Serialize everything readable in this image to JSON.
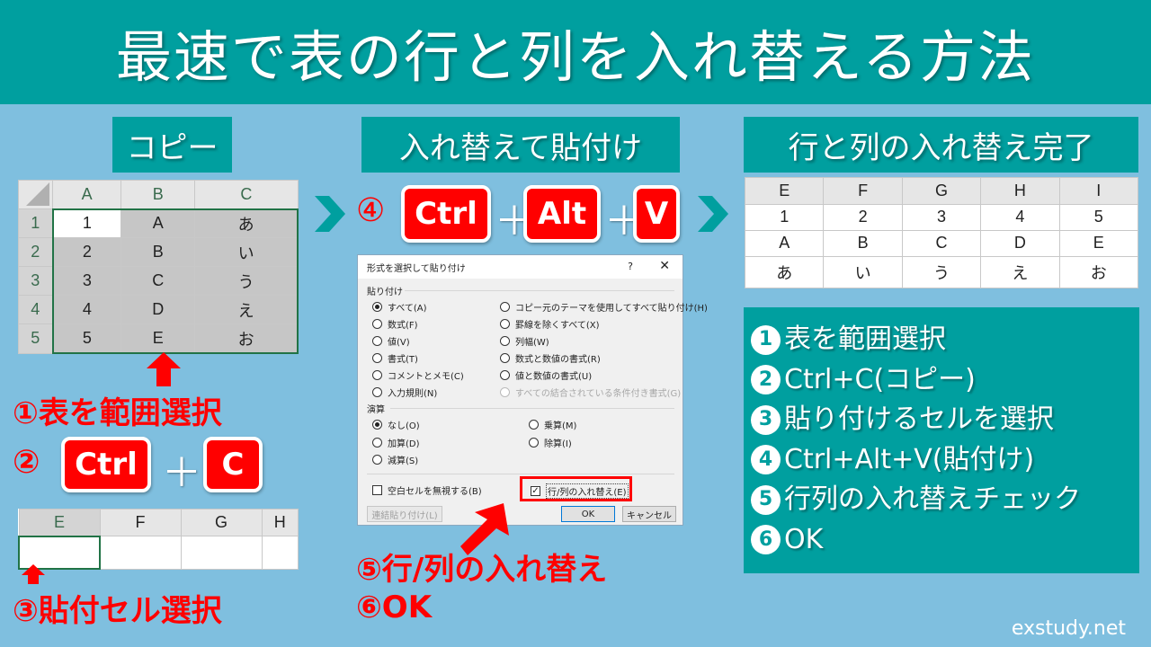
{
  "title": "最速で表の行と列を入れ替える方法",
  "sections": {
    "copy": "コピー",
    "paste": "入れ替えて貼付け",
    "done": "行と列の入れ替え完了"
  },
  "source_table": {
    "col_headers": [
      "A",
      "B",
      "C"
    ],
    "row_headers": [
      "1",
      "2",
      "3",
      "4",
      "5"
    ],
    "rows": [
      [
        "1",
        "A",
        "あ"
      ],
      [
        "2",
        "B",
        "い"
      ],
      [
        "3",
        "C",
        "う"
      ],
      [
        "4",
        "D",
        "え"
      ],
      [
        "5",
        "E",
        "お"
      ]
    ]
  },
  "steps_left": {
    "step1": "①表を範囲選択",
    "step2_num": "②",
    "key_ctrl": "Ctrl",
    "plus": "＋",
    "key_c": "C",
    "step3": "③貼付セル選択"
  },
  "paste_grid": {
    "col_headers": [
      "E",
      "F",
      "G",
      "H"
    ]
  },
  "shortcut": {
    "num": "④",
    "keys": [
      "Ctrl",
      "Alt",
      "V"
    ],
    "plus": "＋"
  },
  "dialog": {
    "title": "形式を選択して貼り付け",
    "help": "?",
    "close": "✕",
    "paste_group": "貼り付け",
    "paste_left": [
      "すべて(A)",
      "数式(F)",
      "値(V)",
      "書式(T)",
      "コメントとメモ(C)",
      "入力規則(N)"
    ],
    "paste_right": [
      "コピー元のテーマを使用してすべて貼り付け(H)",
      "罫線を除くすべて(X)",
      "列幅(W)",
      "数式と数値の書式(R)",
      "値と数値の書式(U)",
      "すべての結合されている条件付き書式(G)"
    ],
    "op_group": "演算",
    "op_left": [
      "なし(O)",
      "加算(D)",
      "減算(S)"
    ],
    "op_right": [
      "乗算(M)",
      "除算(I)"
    ],
    "skip_blanks": "空白セルを無視する(B)",
    "transpose": "行/列の入れ替え(E)",
    "paste_link": "連結貼り付け(L)",
    "ok": "OK",
    "cancel": "キャンセル"
  },
  "steps_middle": {
    "step5": "⑤行/列の入れ替え",
    "step6": "⑥OK"
  },
  "result_table": {
    "col_headers": [
      "E",
      "F",
      "G",
      "H",
      "I"
    ],
    "rows": [
      [
        "1",
        "2",
        "3",
        "4",
        "5"
      ],
      [
        "A",
        "B",
        "C",
        "D",
        "E"
      ],
      [
        "あ",
        "い",
        "う",
        "え",
        "お"
      ]
    ]
  },
  "summary": [
    {
      "num": "1",
      "text": "表を範囲選択"
    },
    {
      "num": "2",
      "text": "Ctrl+C(コピー)"
    },
    {
      "num": "3",
      "text": "貼り付けるセルを選択"
    },
    {
      "num": "4",
      "text": "Ctrl+Alt+V(貼付け)"
    },
    {
      "num": "5",
      "text": "行列の入れ替えチェック"
    },
    {
      "num": "6",
      "text": "OK"
    }
  ],
  "watermark": "exstudy.net",
  "colors": {
    "teal": "#009f9f",
    "background": "#7fbfdf",
    "red": "#ff0000"
  }
}
